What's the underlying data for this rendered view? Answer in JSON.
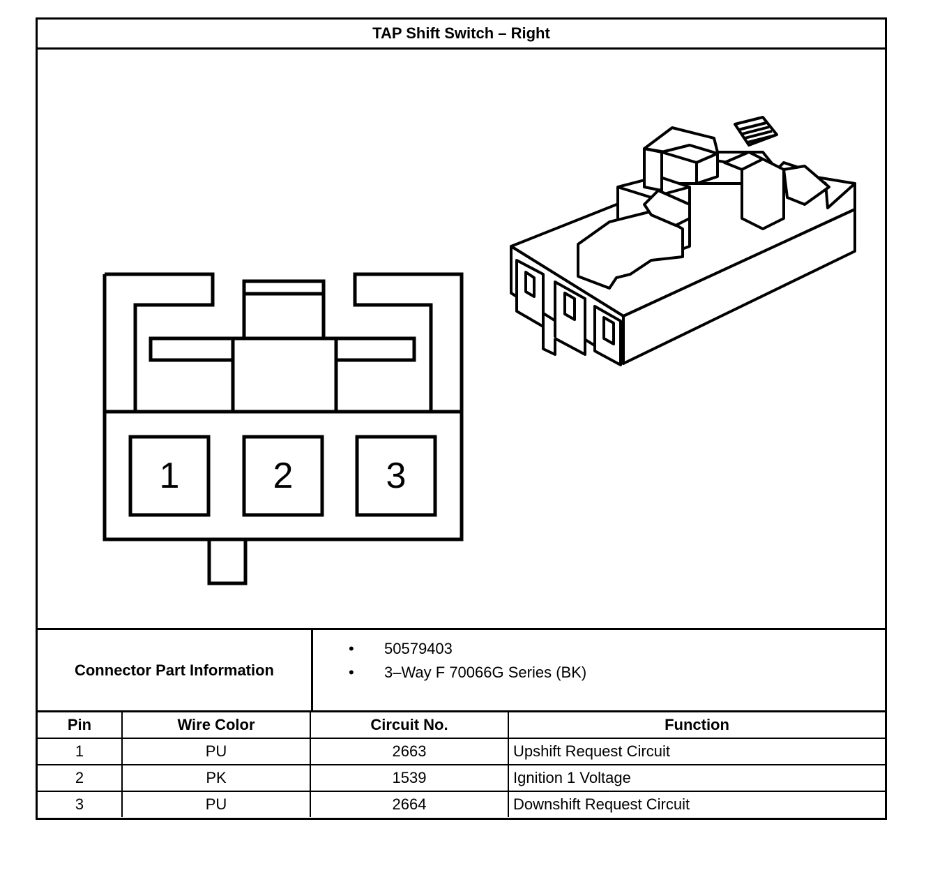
{
  "title": "TAP Shift Switch – Right",
  "connector_face": {
    "pin_labels": [
      "1",
      "2",
      "3"
    ]
  },
  "connector_info": {
    "label": "Connector Part Information",
    "items": [
      "50579403",
      "3–Way F 70066G Series (BK)"
    ]
  },
  "pin_table": {
    "headers": {
      "pin": "Pin",
      "wire_color": "Wire Color",
      "circuit_no": "Circuit No.",
      "function": "Function"
    },
    "rows": [
      {
        "pin": "1",
        "wire_color": "PU",
        "circuit_no": "2663",
        "function": "Upshift Request Circuit"
      },
      {
        "pin": "2",
        "wire_color": "PK",
        "circuit_no": "1539",
        "function": "Ignition 1 Voltage"
      },
      {
        "pin": "3",
        "wire_color": "PU",
        "circuit_no": "2664",
        "function": "Downshift Request Circuit"
      }
    ]
  }
}
